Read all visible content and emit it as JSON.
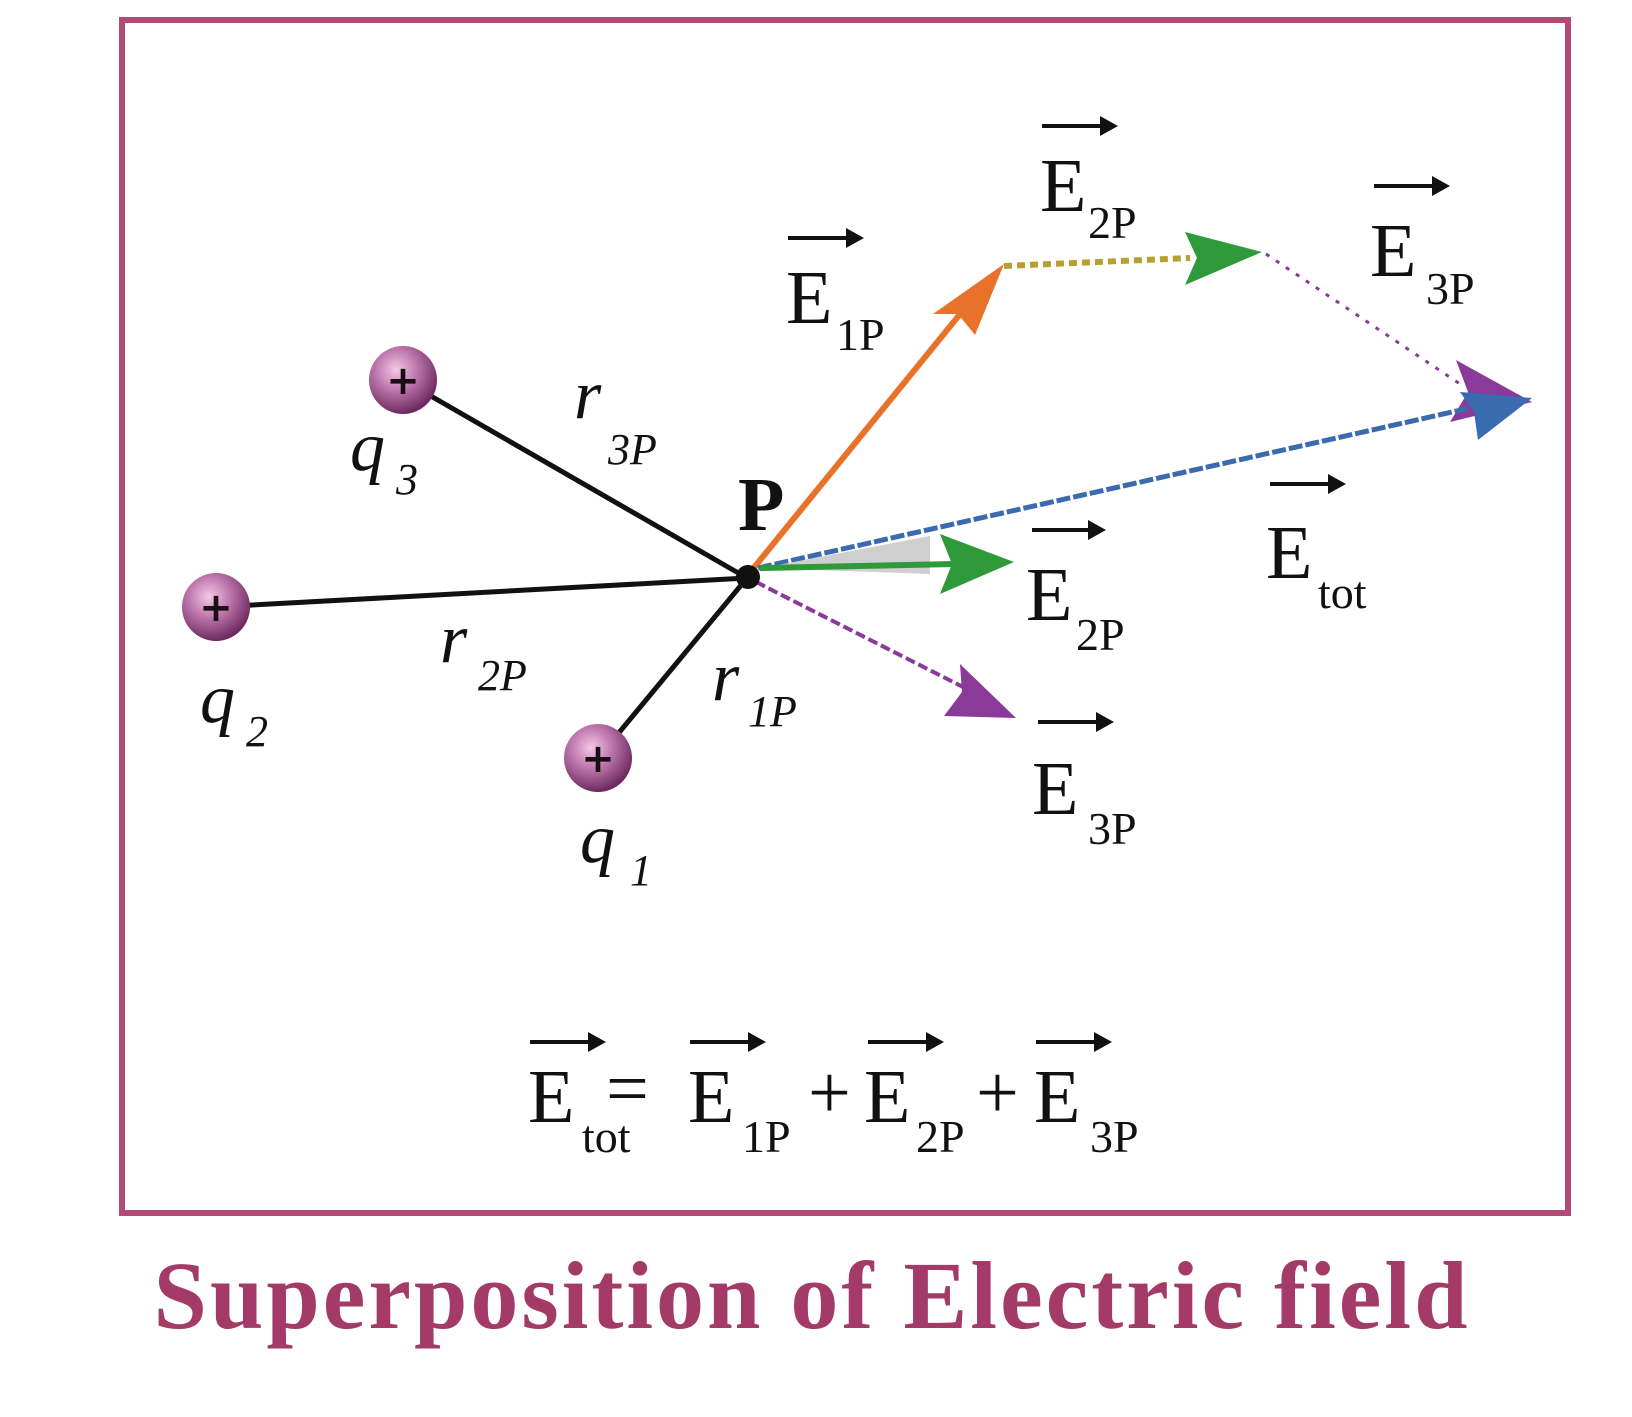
{
  "caption": "Superposition of Electric field",
  "colors": {
    "frame": "#b24a78",
    "charge": "#9a4a86",
    "e1": "#e8722a",
    "e2": "#2f9a3a",
    "e3": "#8a3a98",
    "etot": "#3a6ab0",
    "caption": "#a33a68"
  },
  "point": {
    "label": "P"
  },
  "charges": [
    {
      "name": "q",
      "sub": "1",
      "sign": "+"
    },
    {
      "name": "q",
      "sub": "2",
      "sign": "+"
    },
    {
      "name": "q",
      "sub": "3",
      "sign": "+"
    }
  ],
  "distances": [
    {
      "name": "r",
      "sub": "1P"
    },
    {
      "name": "r",
      "sub": "2P"
    },
    {
      "name": "r",
      "sub": "3P"
    }
  ],
  "vectors": {
    "e1": {
      "base": "E",
      "sub": "1P"
    },
    "e2": {
      "base": "E",
      "sub": "2P"
    },
    "e3": {
      "base": "E",
      "sub": "3P"
    },
    "etot": {
      "base": "E",
      "sub": "tot"
    }
  },
  "equation": {
    "lhs": {
      "base": "E",
      "sub": "tot"
    },
    "equals": "=",
    "terms": [
      {
        "base": "E",
        "sub": "1P"
      },
      {
        "base": "E",
        "sub": "2P"
      },
      {
        "base": "E",
        "sub": "3P"
      }
    ],
    "plus": "+"
  }
}
